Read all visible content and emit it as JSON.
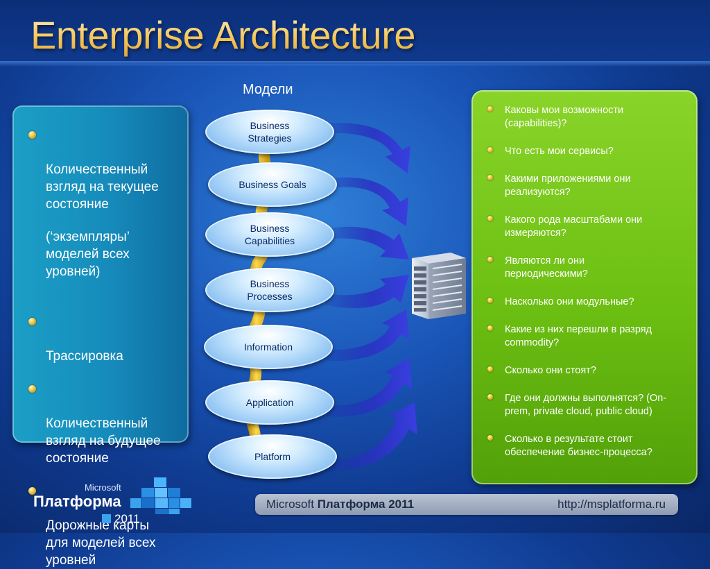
{
  "title": "Enterprise Architecture",
  "models_label": "Модели",
  "left_panel": {
    "items": [
      {
        "text": "Количественный\nвзгляд на текущее\nсостояние",
        "sub": "(‘экземпляры’\nмоделей всех\nуровней)"
      },
      {
        "text": "Трассировка"
      },
      {
        "text": "Количественный\nвзгляд на будущее\nсостояние"
      },
      {
        "text": "Дорожные карты\nдля моделей всех\nуровней"
      }
    ]
  },
  "models": [
    "Business\nStrategies",
    "Business Goals",
    "Business\nCapabilities",
    "Business\nProcesses",
    "Information",
    "Application",
    "Platform"
  ],
  "questions": [
    "Каковы мои возможности\n(capabilities)?",
    "Что есть мои сервисы?",
    "Какими приложениями они\nреализуются?",
    "Какого рода масштабами они\nизмеряются?",
    "Являются ли они\nпериодическими?",
    "Насколько они модульные?",
    "Какие из них перешли в разряд\ncommodity?",
    "Сколько они стоят?",
    "Где они должны выполнятся? (On-\nprem, private cloud, public cloud)",
    "Сколько в результате стоит\nобеспечение бизнес-процесса?"
  ],
  "footer": {
    "brand_prefix": "Microsoft",
    "brand_bold": "Платформа 2011",
    "url": "http://msplatforma.ru"
  },
  "logo": {
    "microsoft": "Microsoft",
    "name": "Платформа",
    "year": "2011"
  },
  "icons": [
    "server-icon",
    "arrow-icon",
    "bullet-dot-icon",
    "logo-blocks-icon"
  ],
  "colors": {
    "title_gold": "#f6c75a",
    "left_panel": "#168bbb",
    "right_panel": "#6cbf12",
    "arrow": "#2a2fb8",
    "connector": "#f2c12a"
  }
}
